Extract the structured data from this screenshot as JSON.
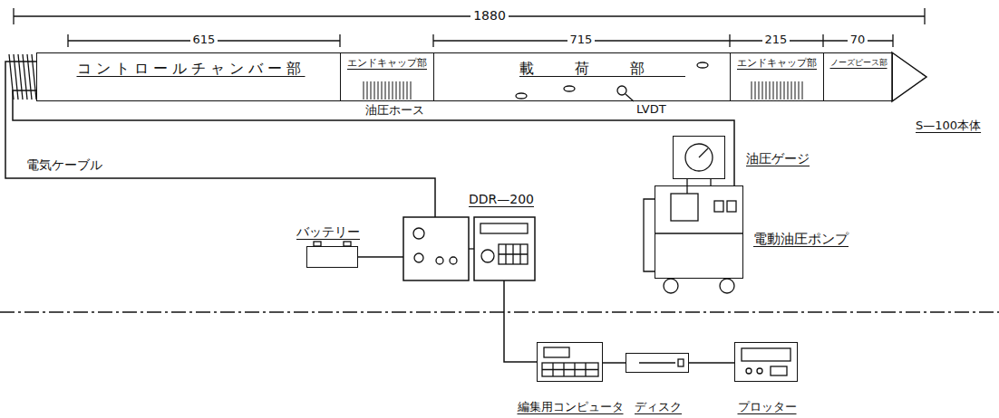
{
  "diagram": {
    "nodes": [
      {
        "text": [
          "コントロールチャンバー部"
        ]
      },
      {
        "text": [
          "エンドキャップ部"
        ]
      },
      {
        "text": [
          "載荷部"
        ]
      },
      {
        "text": [
          "エンドキャップ部"
        ]
      },
      {
        "text": [
          "ノーズピース部"
        ]
      },
      {
        "text": [
          "油圧ゲージ"
        ]
      },
      {
        "text": [
          "DDR—200"
        ]
      },
      {
        "text": [
          "バッテリー"
        ]
      },
      {
        "text": [
          "電動油圧ポンプ"
        ]
      },
      {
        "text": [
          "編集用コンピュータ"
        ]
      },
      {
        "text": [
          "ディスク"
        ]
      },
      {
        "text": [
          "プロッター"
        ]
      }
    ],
    "edges": [
      {
        "from": 0,
        "to": 6,
        "label": "電気ケーブル",
        "arrow": "none"
      },
      {
        "from": 0,
        "to": 8,
        "label": "油圧ホース",
        "arrow": "none"
      },
      {
        "from": 7,
        "to": 6,
        "arrow": "none"
      },
      {
        "from": 6,
        "to": 9,
        "arrow": "none"
      },
      {
        "from": 9,
        "to": 10,
        "arrow": "none"
      },
      {
        "from": 10,
        "to": 11,
        "arrow": "none"
      }
    ],
    "labels": [
      "1880",
      "615",
      "715",
      "215",
      "70",
      "LVDT",
      "S—100本体"
    ]
  }
}
